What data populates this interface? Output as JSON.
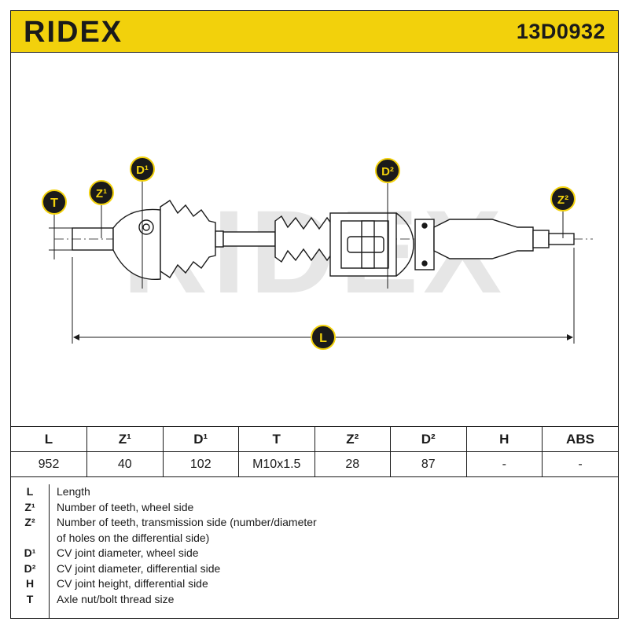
{
  "brand": "RIDEX",
  "part_number": "13D0932",
  "watermark": "RIDEX",
  "drawing_labels": {
    "T": "T",
    "Z1": "Z¹",
    "D1": "D¹",
    "D2": "D²",
    "Z2": "Z²",
    "L": "L"
  },
  "spec_table": {
    "headers": [
      "L",
      "Z¹",
      "D¹",
      "T",
      "Z²",
      "D²",
      "H",
      "ABS"
    ],
    "values": [
      "952",
      "40",
      "102",
      "M10x1.5",
      "28",
      "87",
      "-",
      "-"
    ]
  },
  "legend": [
    {
      "key": "L",
      "text": "Length"
    },
    {
      "key": "Z¹",
      "text": "Number of teeth, wheel side"
    },
    {
      "key": "Z²",
      "text": "Number of teeth, transmission side (number/diameter"
    },
    {
      "key": "",
      "text": "of holes on the differential side)"
    },
    {
      "key": "D¹",
      "text": "CV joint diameter, wheel side"
    },
    {
      "key": "D²",
      "text": "CV joint diameter, differential side"
    },
    {
      "key": "H",
      "text": "CV joint height, differential side"
    },
    {
      "key": "T",
      "text": "Axle nut/bolt thread size"
    }
  ],
  "colors": {
    "accent": "#f2d10c",
    "ink": "#1a1a1a",
    "watermark": "#e6e6e6"
  }
}
